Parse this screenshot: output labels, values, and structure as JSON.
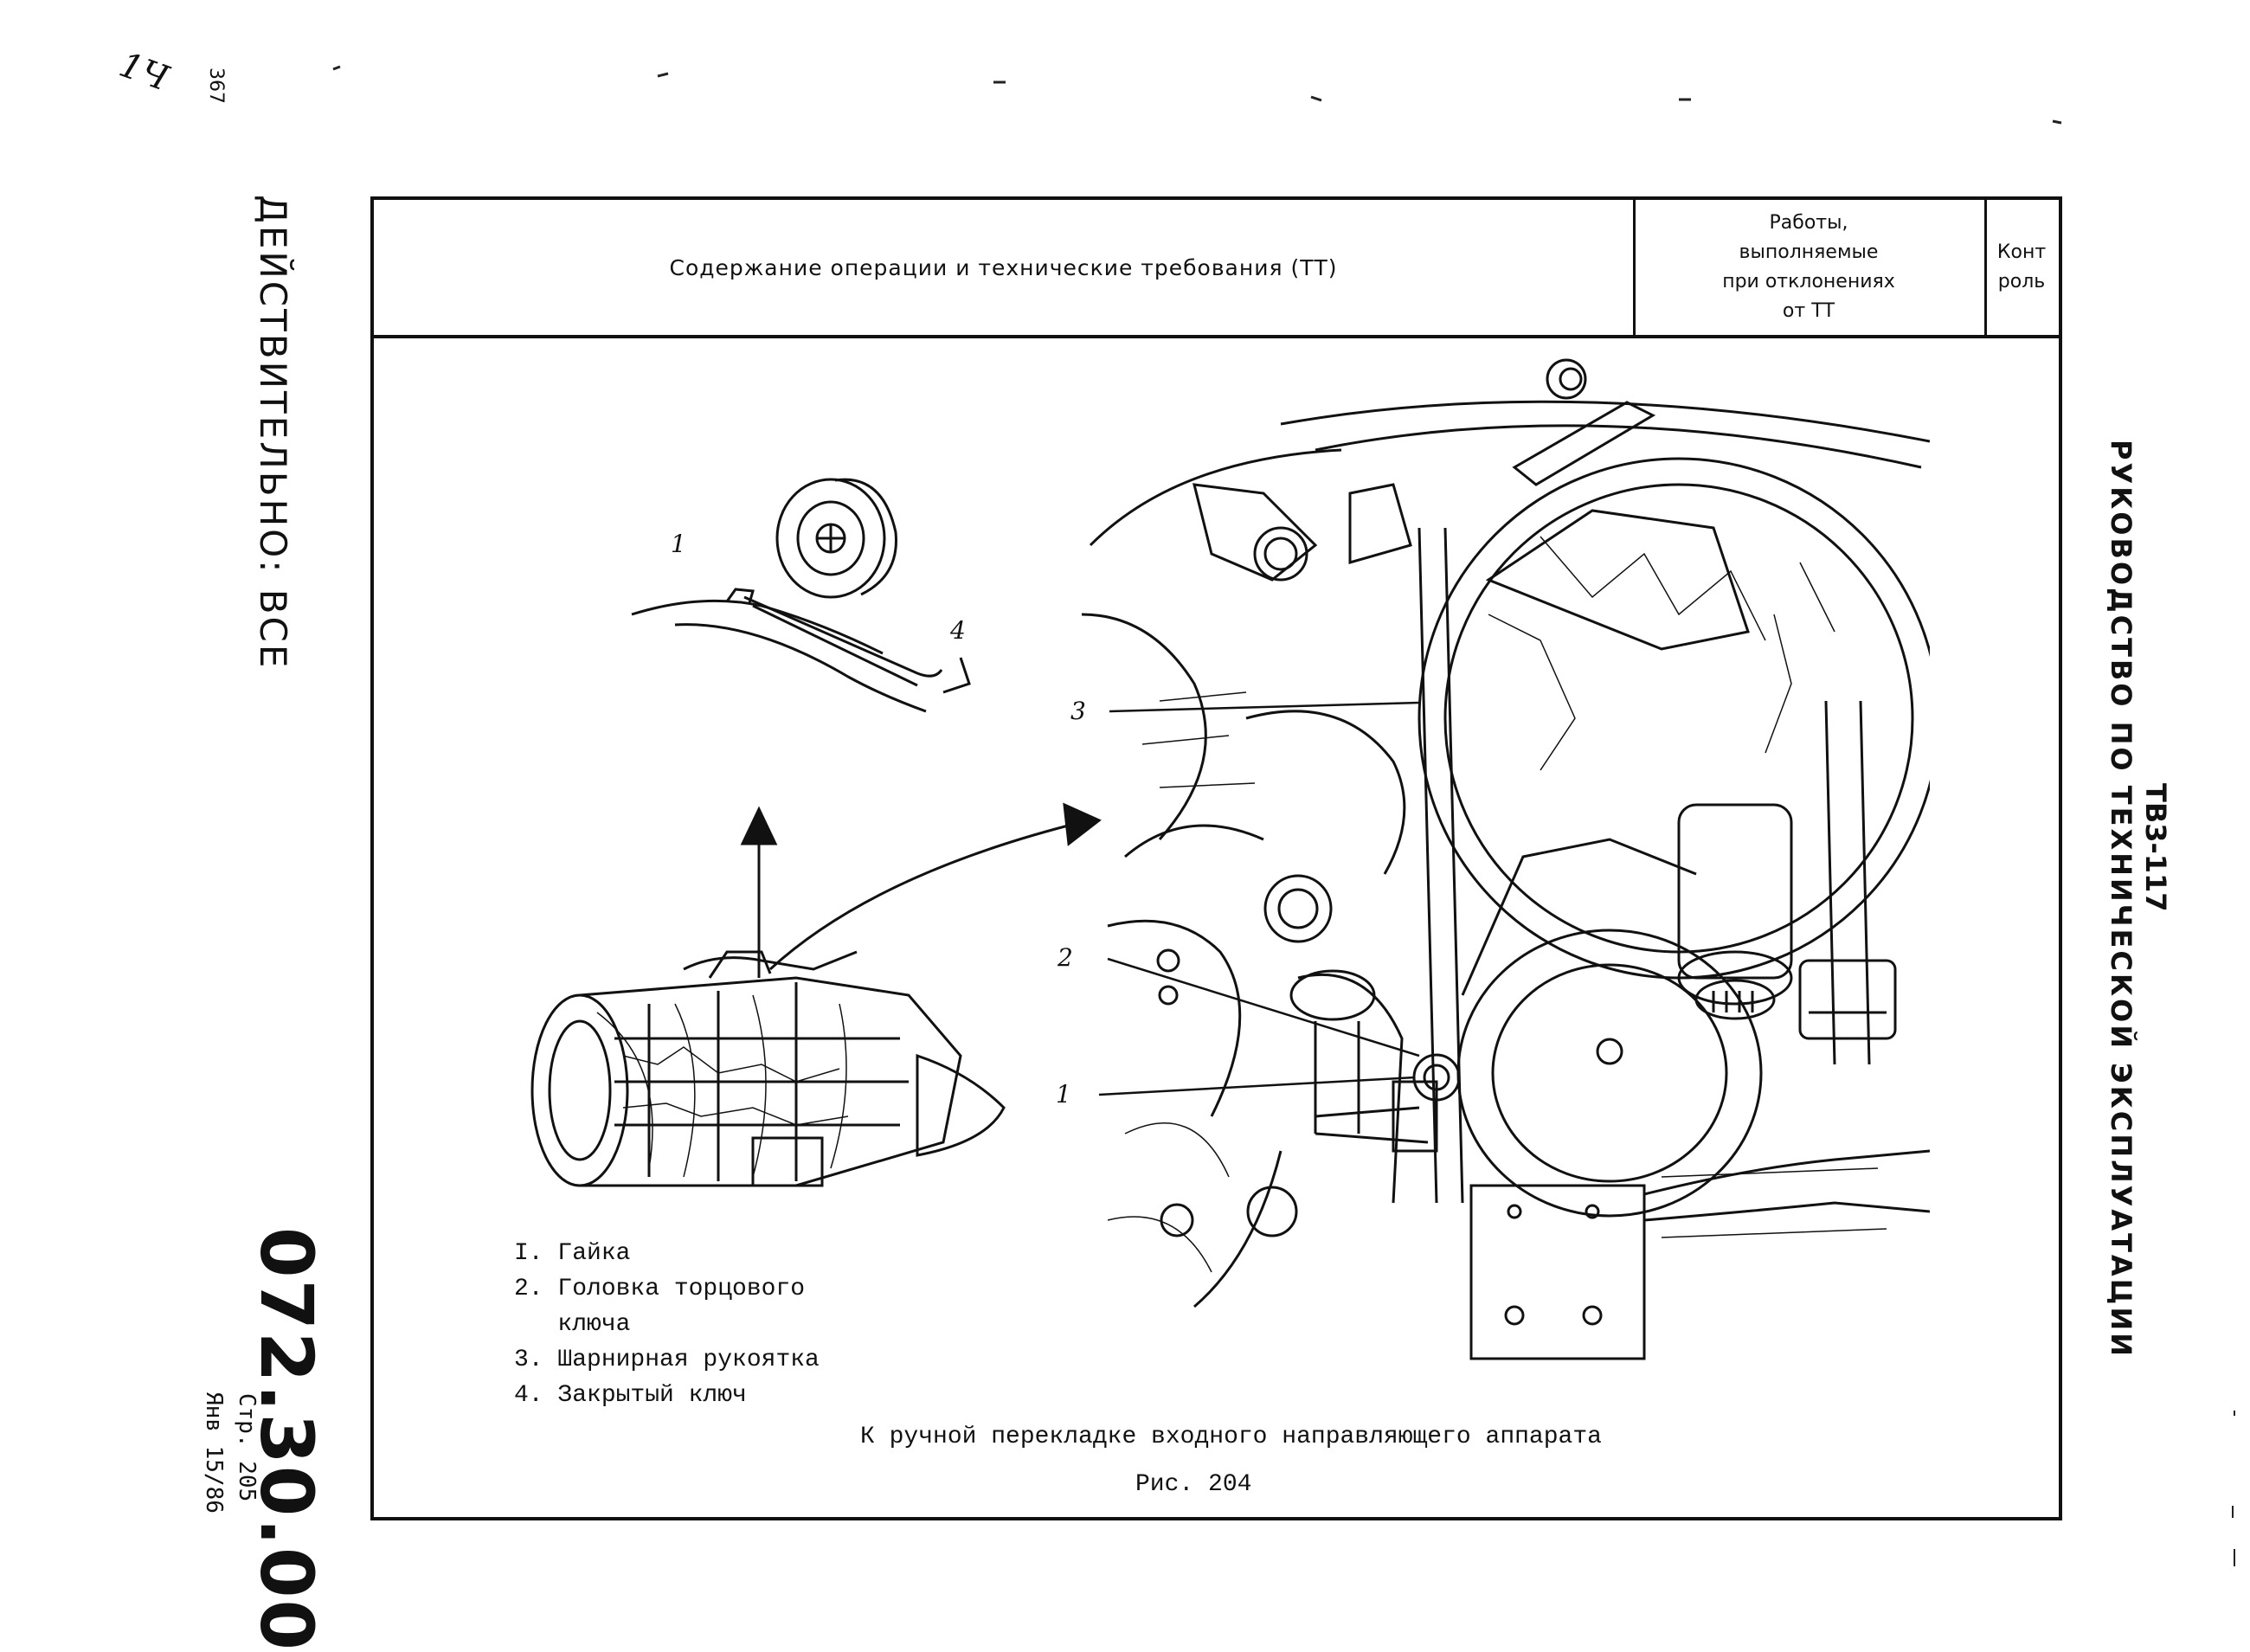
{
  "margin": {
    "handwritten_mark": "1Ч",
    "small_number": "367"
  },
  "header": {
    "col1": "Содержание операции и технические требования (ТТ)",
    "col2": "Работы,\nвыполняемые\nпри отклонениях\nот ТТ",
    "col3": "Конт\nроль"
  },
  "left_band": "ДЕЙСТВИТЕЛЬНО: ВСЕ",
  "doc_number": "072.30.00",
  "page_label": "Стр. 205",
  "date_label": "Янв 15/86",
  "right_title_1": "ТВ3-117",
  "right_title_2": "РУКОВОДСТВО ПО ТЕХНИЧЕСКОЙ ЭКСПЛУАТАЦИИ",
  "callouts": {
    "c1_detail": "1",
    "c4_detail": "4",
    "c3": "3",
    "c2": "2",
    "c1": "1"
  },
  "legend": [
    "I. Гайка",
    "2. Головка торцового",
    "   ключа",
    "3. Шарнирная рукоятка",
    "4. Закрытый ключ"
  ],
  "caption": "К ручной перекладке входного направляющего аппарата",
  "figure_label": "Рис. 204"
}
